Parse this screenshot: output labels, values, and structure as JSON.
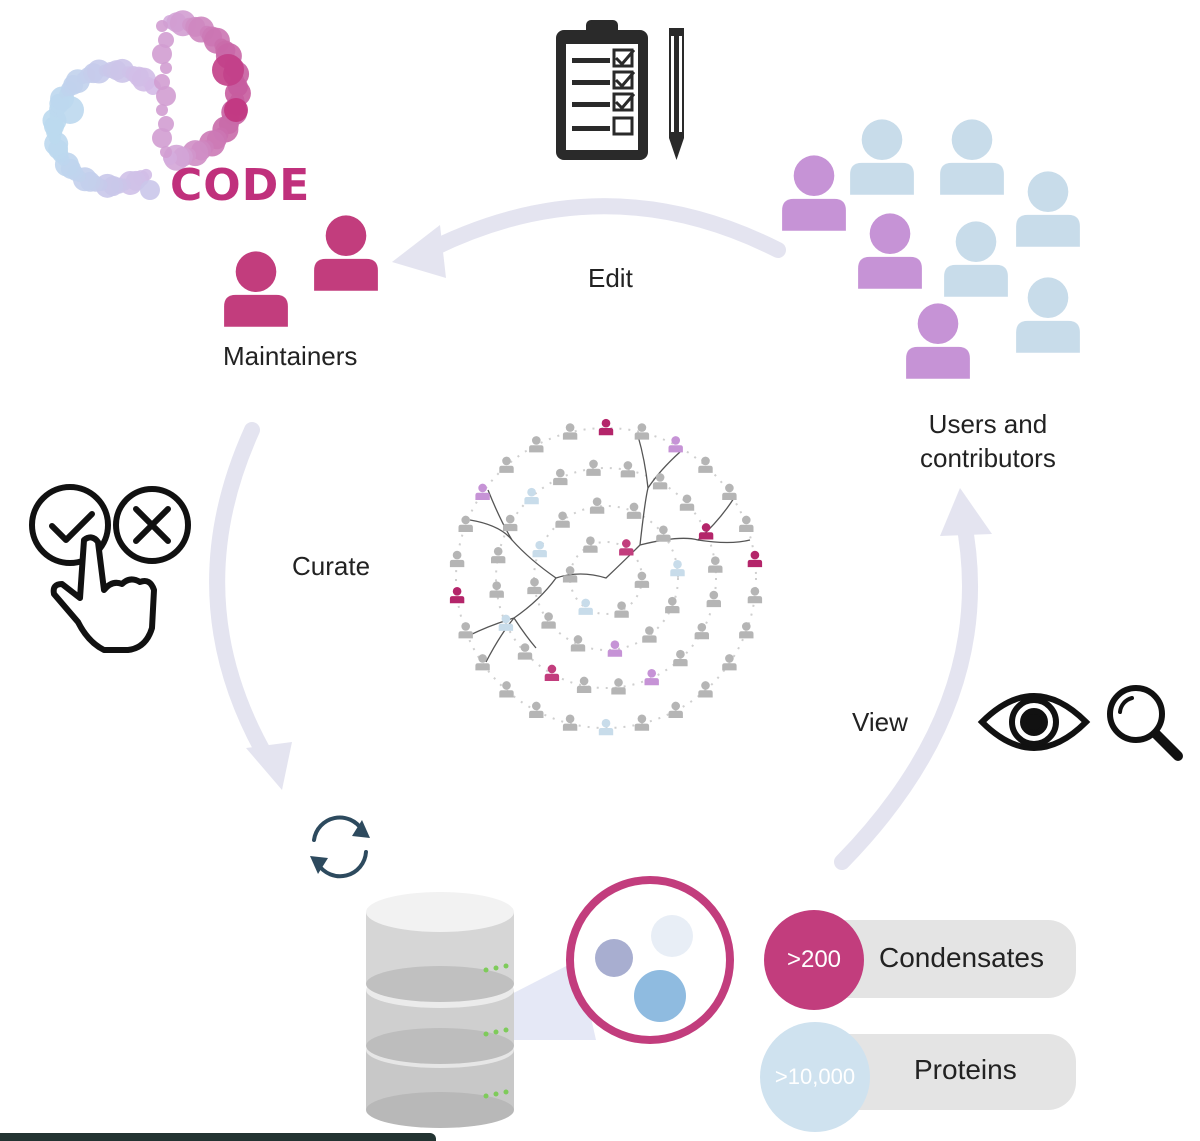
{
  "logo": {
    "text": "CODE"
  },
  "cycle": {
    "maintainers_label": "Maintainers",
    "edit_label": "Edit",
    "curate_label": "Curate",
    "view_label": "View",
    "users_label_line1": "Users and",
    "users_label_line2": "contributors"
  },
  "stats": {
    "condensates": {
      "count": ">200",
      "label": "Condensates"
    },
    "proteins": {
      "count": ">10,000",
      "label": "Proteins"
    }
  },
  "icons": [
    "code-logo-icon",
    "clipboard-icon",
    "pencil-icon",
    "maintainer-person-icon",
    "user-person-icon",
    "check-cross-hand-icon",
    "network-icon",
    "sync-icon",
    "database-icon",
    "condensate-circle-icon",
    "eye-icon",
    "magnifier-icon"
  ],
  "colors": {
    "magenta": "#c23d7d",
    "dark_magenta": "#b4256a",
    "purple": "#c693d6",
    "light_blue": "#c8dcea",
    "arrow": "#e4e4f0",
    "grey_node": "#b5b5b5",
    "text": "#222222"
  }
}
